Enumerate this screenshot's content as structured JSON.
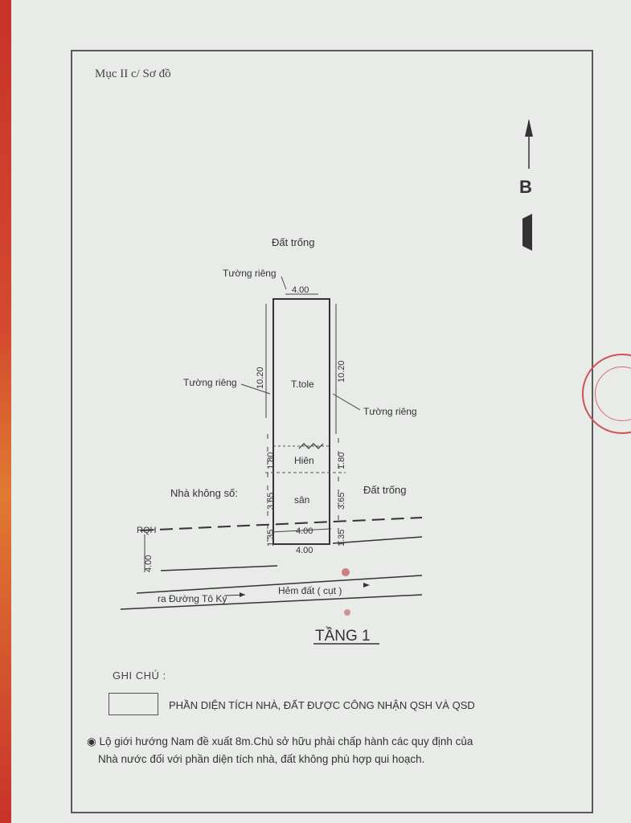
{
  "header": {
    "section": "Mục II c/ Sơ đồ"
  },
  "compass": {
    "letter": "B"
  },
  "plan": {
    "top_label": "Đất trống",
    "wall_top": "Tường riêng",
    "wall_left": "Tường riêng",
    "wall_right": "Tường riêng",
    "width_top": "4.00",
    "depth_left": "10.20",
    "depth_right": "10.20",
    "room_main": "T.tole",
    "room_porch": "Hiên",
    "room_yard": "sân",
    "porch_left": "1.80",
    "porch_right": "1.80",
    "yard_left": "3.65",
    "yard_right": "3.65",
    "front_left": "1.35",
    "front_right": "1.35",
    "width_mid": "4.00",
    "width_bottom": "4.00",
    "neighbor_left": "Nhà không số:",
    "neighbor_right": "Đất trống",
    "rqh": "RQH",
    "road_width": "4.00",
    "road_left": "ra Đường Tô Ký",
    "road_name": "Hẻm đất ( cụt )",
    "floor": "TẦNG 1"
  },
  "notes": {
    "title": "GHI CHÚ :",
    "legend": "PHẦN DIỆN TÍCH NHÀ, ĐẤT ĐƯỢC CÔNG NHẬN QSH VÀ QSD",
    "line1": "◉ Lộ giới hướng Nam đề xuất 8m.Chủ sở hữu phải chấp hành các quy định của",
    "line2": "Nhà nước đối với phần diện tích nhà, đất không phù hợp qui hoạch."
  },
  "colors": {
    "ink": "#333333",
    "seal": "#d0505a",
    "strip": "#c8322a"
  }
}
